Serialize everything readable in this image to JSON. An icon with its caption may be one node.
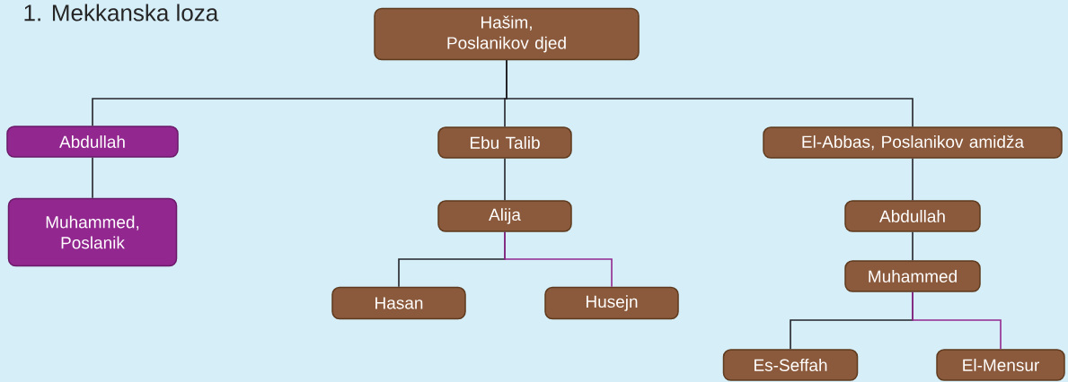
{
  "diagram": {
    "title": "1. Mekkanska loza",
    "nodes": [
      {
        "text": [
          "Hašim, Poslanikov djed"
        ]
      },
      {
        "text": [
          "Abdullah"
        ]
      },
      {
        "text": [
          "Ebu Talib"
        ]
      },
      {
        "text": [
          "El-Abbas, Poslanikov amidža"
        ]
      },
      {
        "text": [
          "Muhammed, Poslanik"
        ]
      },
      {
        "text": [
          "Alija"
        ]
      },
      {
        "text": [
          "Abdullah"
        ]
      },
      {
        "text": [
          "Hasan"
        ]
      },
      {
        "text": [
          "Husejn"
        ]
      },
      {
        "text": [
          "Muhammed"
        ]
      },
      {
        "text": [
          "Es-Seffah"
        ]
      },
      {
        "text": [
          "El-Mensur"
        ]
      }
    ],
    "edges": [
      {
        "from": 0,
        "to": 1,
        "arrow": "none"
      },
      {
        "from": 0,
        "to": 2,
        "arrow": "none"
      },
      {
        "from": 0,
        "to": 3,
        "arrow": "none"
      },
      {
        "from": 1,
        "to": 4,
        "arrow": "none"
      },
      {
        "from": 2,
        "to": 5,
        "arrow": "none"
      },
      {
        "from": 5,
        "to": 7,
        "arrow": "none"
      },
      {
        "from": 5,
        "to": 8,
        "arrow": "none",
        "color": "#93278f"
      },
      {
        "from": 3,
        "to": 6,
        "arrow": "none"
      },
      {
        "from": 6,
        "to": 9,
        "arrow": "none"
      },
      {
        "from": 9,
        "to": 10,
        "arrow": "none"
      },
      {
        "from": 9,
        "to": 11,
        "arrow": "none",
        "color": "#93278f"
      }
    ]
  }
}
